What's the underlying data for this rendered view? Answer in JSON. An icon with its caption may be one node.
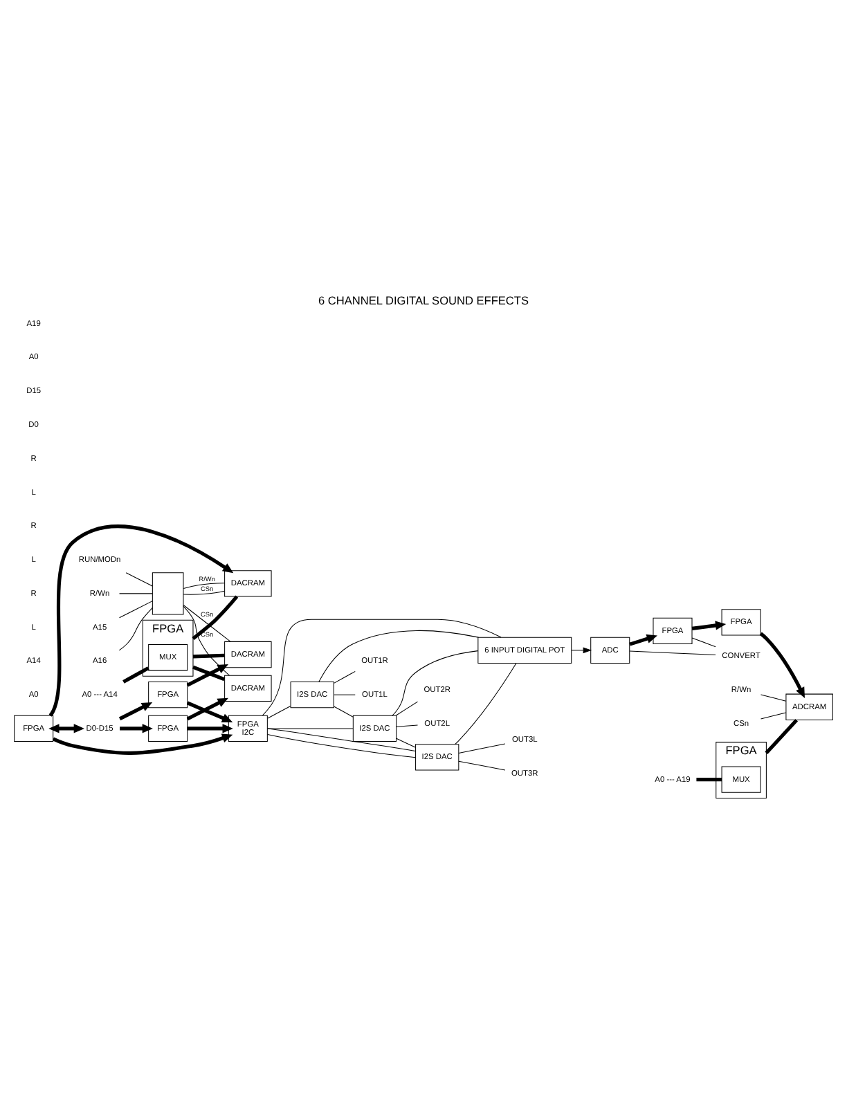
{
  "diagram": {
    "title": "6 CHANNEL DIGITAL SOUND EFFECTS",
    "nodes": [
      {
        "text": [
          "R/Wn"
        ]
      },
      {
        "text": [
          "A15"
        ]
      },
      {
        "text": [
          "A16"
        ]
      },
      {
        "text": [
          "RUN/MODn"
        ]
      },
      {
        "text": [],
        "shape": "box"
      },
      {
        "text": [
          "D0-D15"
        ]
      },
      {
        "text": [
          "FPGA"
        ]
      },
      {
        "text": [
          "MUX"
        ],
        "in": 6
      },
      {
        "text": [
          "A0 --- A14"
        ]
      },
      {
        "text": [
          "DACRAM"
        ]
      },
      {
        "text": [
          "FPGA"
        ]
      },
      {
        "text": [
          "FPGA",
          "I2C"
        ]
      },
      {
        "text": [
          "OUT1L"
        ]
      },
      {
        "text": [
          "OUT1R"
        ]
      },
      {
        "text": [
          "I2S DAC"
        ]
      },
      {
        "text": [
          "6 INPUT DIGITAL POT"
        ]
      },
      {
        "text": [
          "DACRAM"
        ]
      },
      {
        "text": [
          "FPGA"
        ]
      },
      {
        "text": [
          "OUT2L"
        ]
      },
      {
        "text": [
          "OUT2R"
        ]
      },
      {
        "text": [
          "I2S DAC"
        ]
      },
      {
        "text": [
          "DACRAM"
        ]
      },
      {
        "text": [
          "FPGA"
        ]
      },
      {
        "text": [
          "OUT3L"
        ]
      },
      {
        "text": [
          "OUT3R"
        ]
      },
      {
        "text": [
          "I2S DAC"
        ]
      },
      {
        "text": [
          "ADCRAM"
        ]
      },
      {
        "text": [
          "FPGA"
        ]
      },
      {
        "text": [
          "FPGA"
        ]
      },
      {
        "text": [
          "ADC"
        ]
      },
      {
        "text": [
          "CONVERT"
        ]
      },
      {
        "text": [
          "FPGA"
        ]
      },
      {
        "text": [
          "MUX"
        ],
        "in": 31
      },
      {
        "text": [
          "A0 --- A19"
        ]
      },
      {
        "text": [
          "R/Wn"
        ]
      },
      {
        "text": [
          "CSn"
        ]
      }
    ],
    "edges": [
      {
        "from": 0,
        "to": 4,
        "arrow": "none"
      },
      {
        "from": 1,
        "to": 4,
        "arrow": "none"
      },
      {
        "from": 2,
        "to": 4,
        "arrow": "none"
      },
      {
        "from": 3,
        "to": 4,
        "arrow": "none"
      },
      {
        "from": 4,
        "to": 9,
        "arrow": "none",
        "label": "R/Wn"
      },
      {
        "from": 4,
        "to": 9,
        "arrow": "none",
        "label": "CSn"
      },
      {
        "from": 4,
        "to": 16,
        "arrow": "none",
        "label": "CSn"
      },
      {
        "from": 4,
        "to": 21,
        "arrow": "none",
        "label": "CSn"
      },
      {
        "from": 8,
        "to": 7,
        "arrow": "none",
        "style": "thick"
      },
      {
        "from": 6,
        "to": 9,
        "arrow": "none",
        "style": "thick"
      },
      {
        "from": 6,
        "to": 16,
        "arrow": "none",
        "style": "thick"
      },
      {
        "from": 6,
        "to": 21,
        "arrow": "none",
        "style": "thick"
      },
      {
        "from": 10,
        "to": 5,
        "arrow": "both",
        "style": "thick"
      },
      {
        "from": 10,
        "to": 9,
        "arrow": "to",
        "style": "thick"
      },
      {
        "from": 10,
        "to": 11,
        "arrow": "to",
        "style": "thick"
      },
      {
        "from": 5,
        "to": 17,
        "arrow": "to",
        "style": "thick"
      },
      {
        "from": 17,
        "to": 16,
        "arrow": "to",
        "style": "thick"
      },
      {
        "from": 17,
        "to": 11,
        "arrow": "to",
        "style": "thick"
      },
      {
        "from": 5,
        "to": 22,
        "arrow": "to",
        "style": "thick"
      },
      {
        "from": 22,
        "to": 21,
        "arrow": "to",
        "style": "thick"
      },
      {
        "from": 22,
        "to": 11,
        "arrow": "to",
        "style": "thick"
      },
      {
        "from": 11,
        "to": 14,
        "arrow": "none"
      },
      {
        "from": 11,
        "to": 20,
        "arrow": "none"
      },
      {
        "from": 11,
        "to": 25,
        "arrow": "none"
      },
      {
        "from": 14,
        "to": 15,
        "arrow": "none"
      },
      {
        "from": 14,
        "to": 12,
        "arrow": "none"
      },
      {
        "from": 14,
        "to": 13,
        "arrow": "none"
      },
      {
        "from": 20,
        "to": 15,
        "arrow": "none"
      },
      {
        "from": 20,
        "to": 18,
        "arrow": "none"
      },
      {
        "from": 20,
        "to": 19,
        "arrow": "none"
      },
      {
        "from": 25,
        "to": 15,
        "arrow": "none"
      },
      {
        "from": 25,
        "to": 23,
        "arrow": "none"
      },
      {
        "from": 25,
        "to": 24,
        "arrow": "none"
      },
      {
        "from": 14,
        "to": 20,
        "arrow": "none"
      },
      {
        "from": 20,
        "to": 25,
        "arrow": "none"
      },
      {
        "from": 25,
        "to": 11,
        "arrow": "none"
      },
      {
        "from": 15,
        "to": 11,
        "arrow": "none"
      },
      {
        "from": 15,
        "to": 29,
        "arrow": "to"
      },
      {
        "from": 29,
        "to": 28,
        "arrow": "to",
        "style": "thick"
      },
      {
        "from": 28,
        "to": 27,
        "arrow": "to",
        "style": "thick"
      },
      {
        "from": 27,
        "to": 26,
        "arrow": "to",
        "style": "thick"
      },
      {
        "from": 28,
        "to": 30,
        "arrow": "none"
      },
      {
        "from": 29,
        "to": 30,
        "arrow": "none"
      },
      {
        "from": 33,
        "to": 32,
        "arrow": "none",
        "style": "thick"
      },
      {
        "from": 31,
        "to": 26,
        "arrow": "none",
        "style": "thick"
      },
      {
        "from": 34,
        "to": 26,
        "arrow": "none"
      },
      {
        "from": 35,
        "to": 26,
        "arrow": "none"
      }
    ],
    "labels": [
      "A0",
      "A14",
      "L",
      "R",
      "L",
      "R",
      "L",
      "R",
      "D0",
      "D15",
      "A0",
      "A19"
    ]
  }
}
